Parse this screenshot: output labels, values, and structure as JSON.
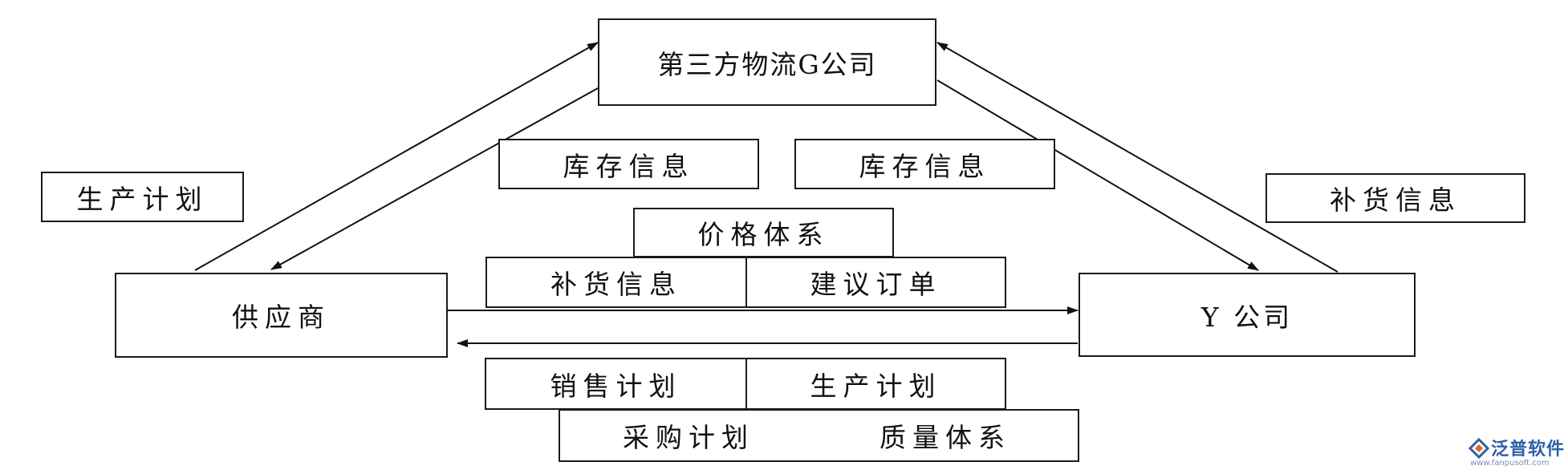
{
  "nodes": {
    "third_party": "第三方物流G公司",
    "supplier": "供应商",
    "y_company": "Y 公司"
  },
  "labels": {
    "inventory_left": "库存信息",
    "inventory_right": "库存信息",
    "production_plan_left": "生产计划",
    "replenish_right": "补货信息",
    "price_system": "价格体系",
    "replenish_mid": "补货信息",
    "suggest_order": "建议订单",
    "sales_plan": "销售计划",
    "production_plan_mid": "生产计划",
    "purchase_plan": "采购计划",
    "quality_system": "质量体系"
  },
  "logo": {
    "name": "泛普软件",
    "url": "www.fanpusoft.com"
  }
}
